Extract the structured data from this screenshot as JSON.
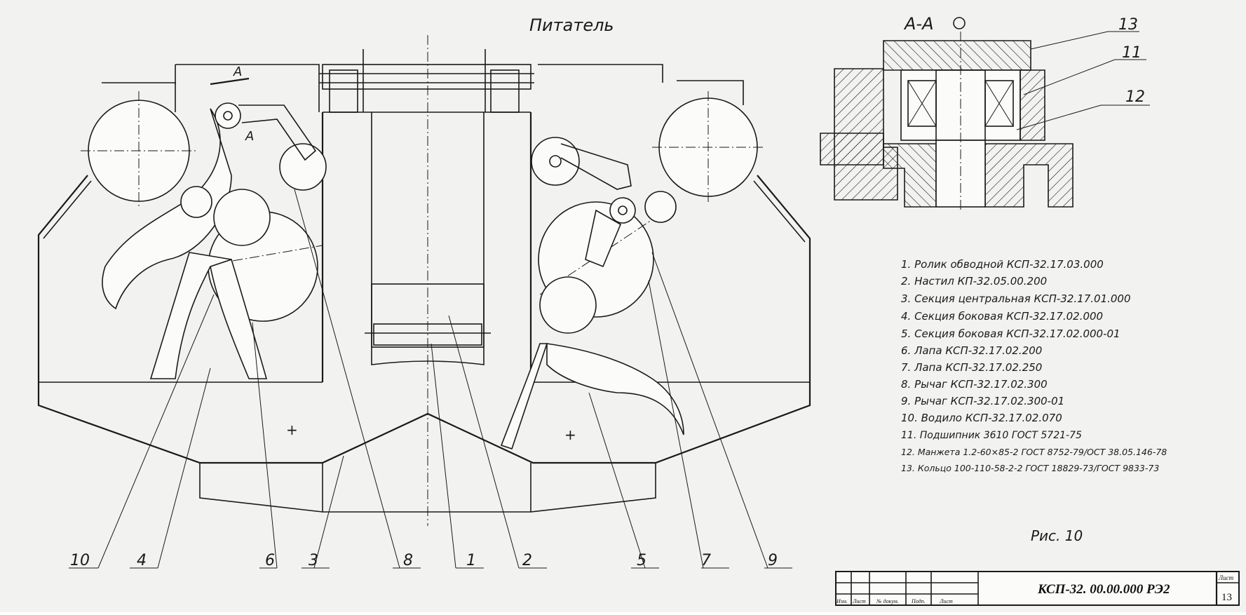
{
  "drawing": {
    "title": "Питатель",
    "section_label": "А-А",
    "section_mark": "А",
    "figure_caption": "Рис. 10"
  },
  "callouts": [
    "10",
    "4",
    "6",
    "3",
    "8",
    "1",
    "2",
    "5",
    "7",
    "9"
  ],
  "section_callouts": [
    "13",
    "11",
    "12"
  ],
  "parts_list": [
    "1. Ролик обводной КСП-32.17.03.000",
    "2. Настил КП-32.05.00.200",
    "3. Секция центральная КСП-32.17.01.000",
    "4. Секция боковая КСП-32.17.02.000",
    "5. Секция боковая КСП-32.17.02.000-01",
    "6. Лапа КСП-32.17.02.200",
    "7. Лапа КСП-32.17.02.250",
    "8. Рычаг КСП-32.17.02.300",
    "9. Рычаг КСП-32.17.02.300-01",
    "10. Водило КСП-32.17.02.070",
    "11. Подшипник 3610 ГОСТ 5721-75",
    "12. Манжета 1.2-60×85-2 ГОСТ 8752-79/ОСТ 38.05.146-78",
    "13. Кольцо 100-110-58-2-2 ГОСТ 18829-73/ГОСТ 9833-73"
  ],
  "title_block": {
    "designation": "КСП-32. 00.00.000 РЭ2",
    "sheet_label": "Лист",
    "sheet_number": "13",
    "col_labels": [
      "Изм.",
      "Лист",
      "№ докум.",
      "Подп.",
      "Лист"
    ]
  }
}
